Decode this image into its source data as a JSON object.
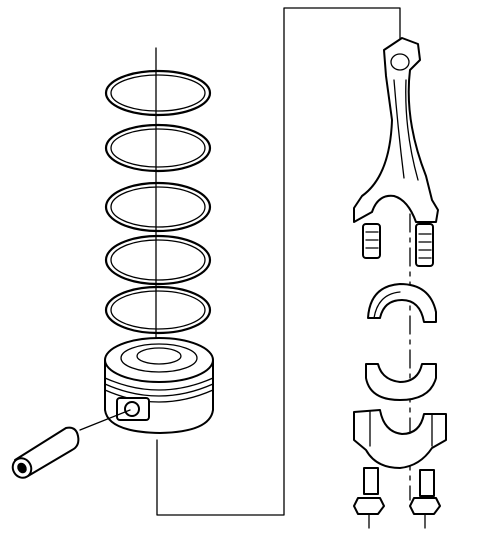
{
  "diagram": {
    "type": "exploded-assembly",
    "parts": [
      {
        "id": "piston-ring-1",
        "kind": "ring"
      },
      {
        "id": "piston-ring-2",
        "kind": "ring"
      },
      {
        "id": "piston-ring-3",
        "kind": "ring"
      },
      {
        "id": "piston-ring-4",
        "kind": "ring"
      },
      {
        "id": "piston-ring-5",
        "kind": "ring"
      },
      {
        "id": "piston",
        "kind": "piston"
      },
      {
        "id": "piston-pin",
        "kind": "pin"
      },
      {
        "id": "connecting-rod",
        "kind": "rod"
      },
      {
        "id": "upper-bearing-insert",
        "kind": "bearing"
      },
      {
        "id": "lower-bearing-insert",
        "kind": "bearing"
      },
      {
        "id": "rod-cap",
        "kind": "cap"
      },
      {
        "id": "rod-nut-left",
        "kind": "nut"
      },
      {
        "id": "rod-nut-right",
        "kind": "nut"
      }
    ],
    "colors": {
      "ink": "#000000",
      "background": "#ffffff"
    }
  }
}
